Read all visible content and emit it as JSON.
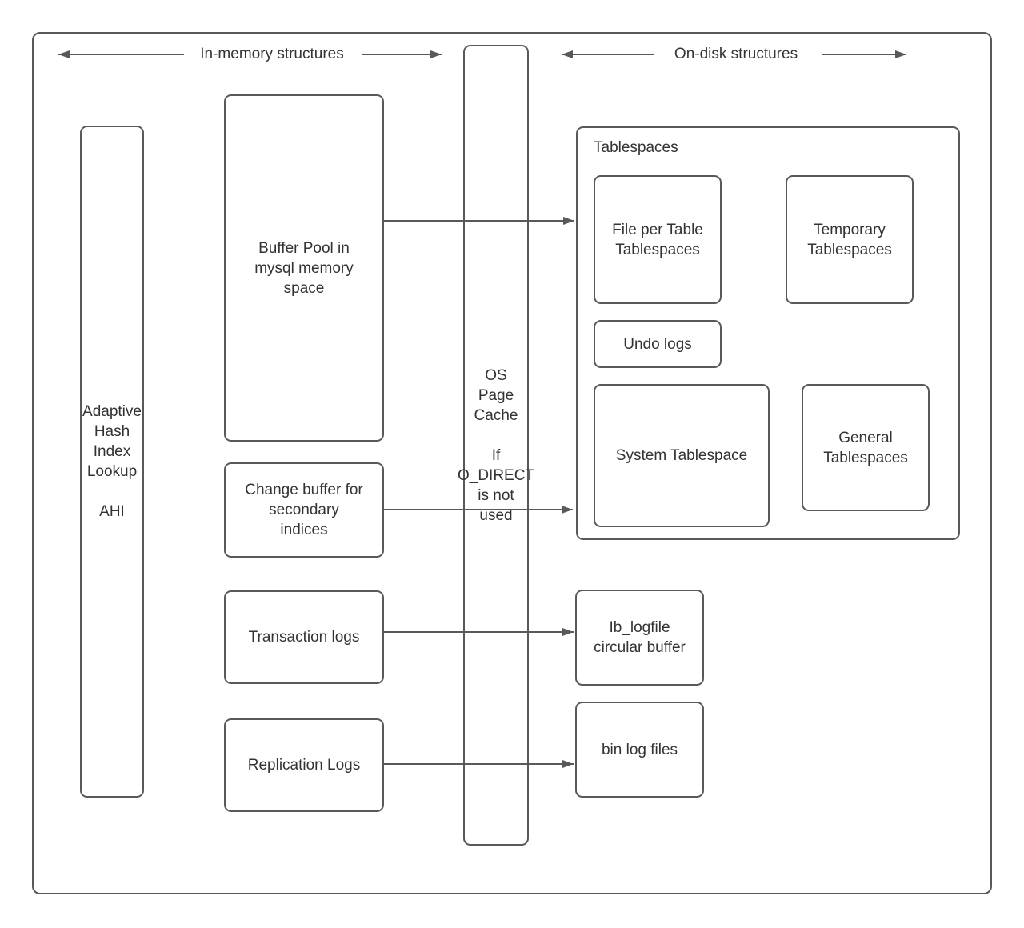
{
  "colors": {
    "stroke": "#595959",
    "text": "#333333",
    "background": "#ffffff"
  },
  "headers": {
    "in_memory": "In-memory structures",
    "on_disk": "On-disk structures"
  },
  "in_memory": {
    "ahi": "Adaptive\nHash\nIndex\nLookup\n\nAHI",
    "buffer_pool": "Buffer Pool in\nmysql memory\nspace",
    "change_buffer": "Change buffer for\nsecondary\nindices",
    "transaction_logs": "Transaction logs",
    "replication_logs": "Replication Logs"
  },
  "os_page_cache": "OS\nPage\nCache\n\nIf\nO_DIRECT\nis not\nused",
  "on_disk": {
    "tablespaces_label": "Tablespaces",
    "file_per_table": "File per Table\nTablespaces",
    "temporary": "Temporary\nTablespaces",
    "undo_logs": "Undo logs",
    "system_tablespace": "System Tablespace",
    "general": "General\nTablespaces",
    "ib_logfile": "Ib_logfile\ncircular buffer",
    "bin_log": "bin log files"
  }
}
